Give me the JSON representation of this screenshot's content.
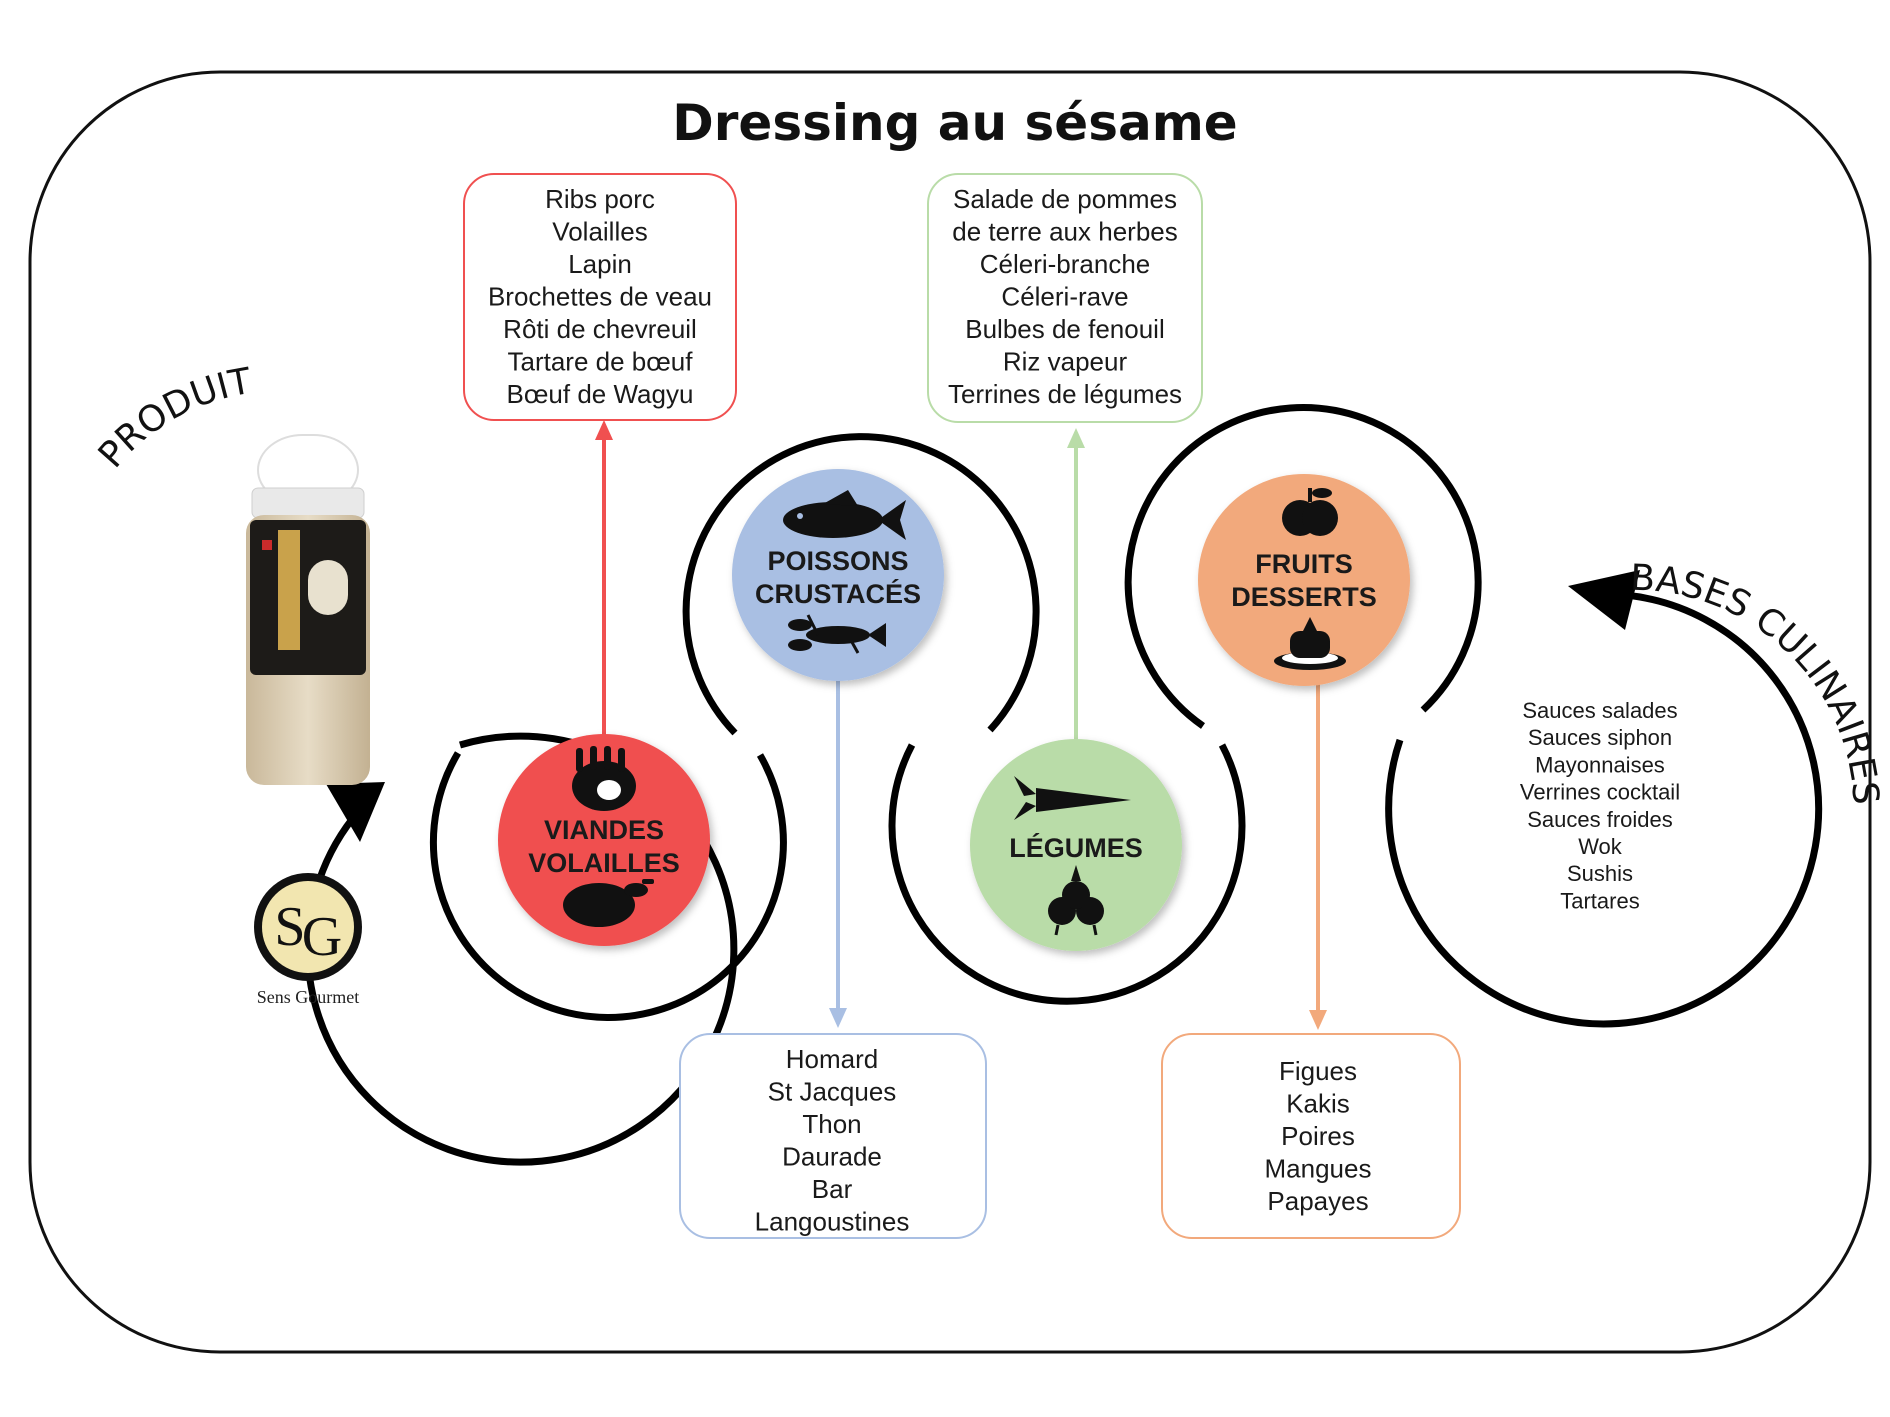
{
  "title": "Dressing au sésame",
  "produit_label": "PRODUIT",
  "bases_label": "BASES CULINAIRES",
  "brand": "Sens Gourmet",
  "colors": {
    "viandes": "#f05050",
    "poissons": "#a9bfe3",
    "legumes": "#b9dca8",
    "fruits": "#f2a97c"
  },
  "categories": {
    "viandes": {
      "line1": "VIANDES",
      "line2": "VOLAILLES",
      "icons": [
        "meat-rack-icon",
        "roast-chicken-icon"
      ]
    },
    "poissons": {
      "line1": "POISSONS",
      "line2": "CRUSTACÉS",
      "icons": [
        "fish-icon",
        "lobster-icon"
      ]
    },
    "legumes": {
      "line1": "LÉGUMES",
      "icons": [
        "carrot-icon",
        "radish-icon"
      ]
    },
    "fruits": {
      "line1": "FRUITS",
      "line2": "DESSERTS",
      "icons": [
        "apple-icon",
        "dessert-icon"
      ]
    }
  },
  "lists": {
    "viandes": [
      "Ribs porc",
      "Volailles",
      "Lapin",
      "Brochettes de veau",
      "Rôti de chevreuil",
      "Tartare de bœuf",
      "Bœuf de Wagyu"
    ],
    "poissons": [
      "Homard",
      "St Jacques",
      "Thon",
      "Daurade",
      "Bar",
      "Langoustines"
    ],
    "legumes": [
      "Salade de pommes",
      "de terre aux herbes",
      "Céleri-branche",
      "Céleri-rave",
      "Bulbes de fenouil",
      "Riz vapeur",
      "Terrines de légumes"
    ],
    "fruits": [
      "Figues",
      "Kakis",
      "Poires",
      "Mangues",
      "Papayes"
    ]
  },
  "bases": [
    "Sauces salades",
    "Sauces siphon",
    "Mayonnaises",
    "Verrines cocktail",
    "Sauces froides",
    "Wok",
    "Sushis",
    "Tartares"
  ]
}
